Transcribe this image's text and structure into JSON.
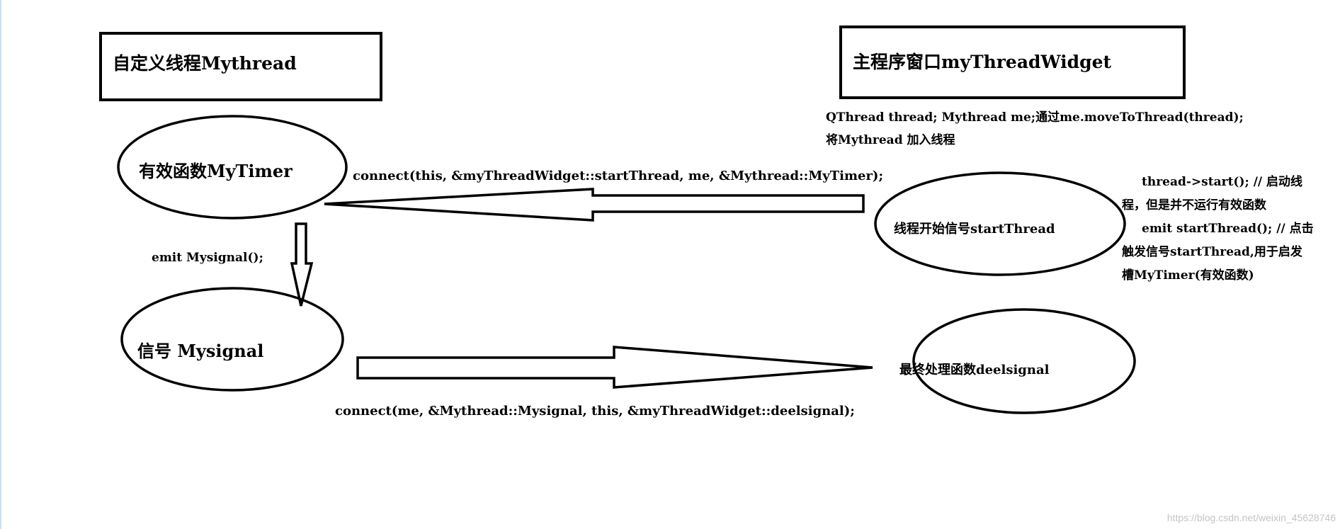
{
  "boxes": {
    "left_title": "自定义线程Mythread",
    "right_title": "主程序窗口myThreadWidget"
  },
  "nodes": {
    "mytimer": "有效函数MyTimer",
    "mysignal": "信号 Mysignal",
    "startthread": "线程开始信号startThread",
    "deelsignal": "最终处理函数deelsignal"
  },
  "labels": {
    "qthread_line1": "QThread thread; Mythread me;通过me.moveToThread(thread);",
    "qthread_line2": "将Mythread 加入线程",
    "connect_start": "connect(this, &myThreadWidget::startThread, me, &Mythread::MyTimer);",
    "emit_mysignal": "emit Mysignal();",
    "connect_signal": "connect(me, &Mythread::Mysignal, this, &myThreadWidget::deelsignal);",
    "note_line1": "thread->start(); // 启动线",
    "note_line2": "程，但是并不运行有效函数",
    "note_line3": "emit startThread(); // 点击",
    "note_line4": "触发信号startThread,用于启发",
    "note_line5": "槽MyTimer(有效函数)"
  },
  "watermark": "https://blog.csdn.net/weixin_45628746"
}
